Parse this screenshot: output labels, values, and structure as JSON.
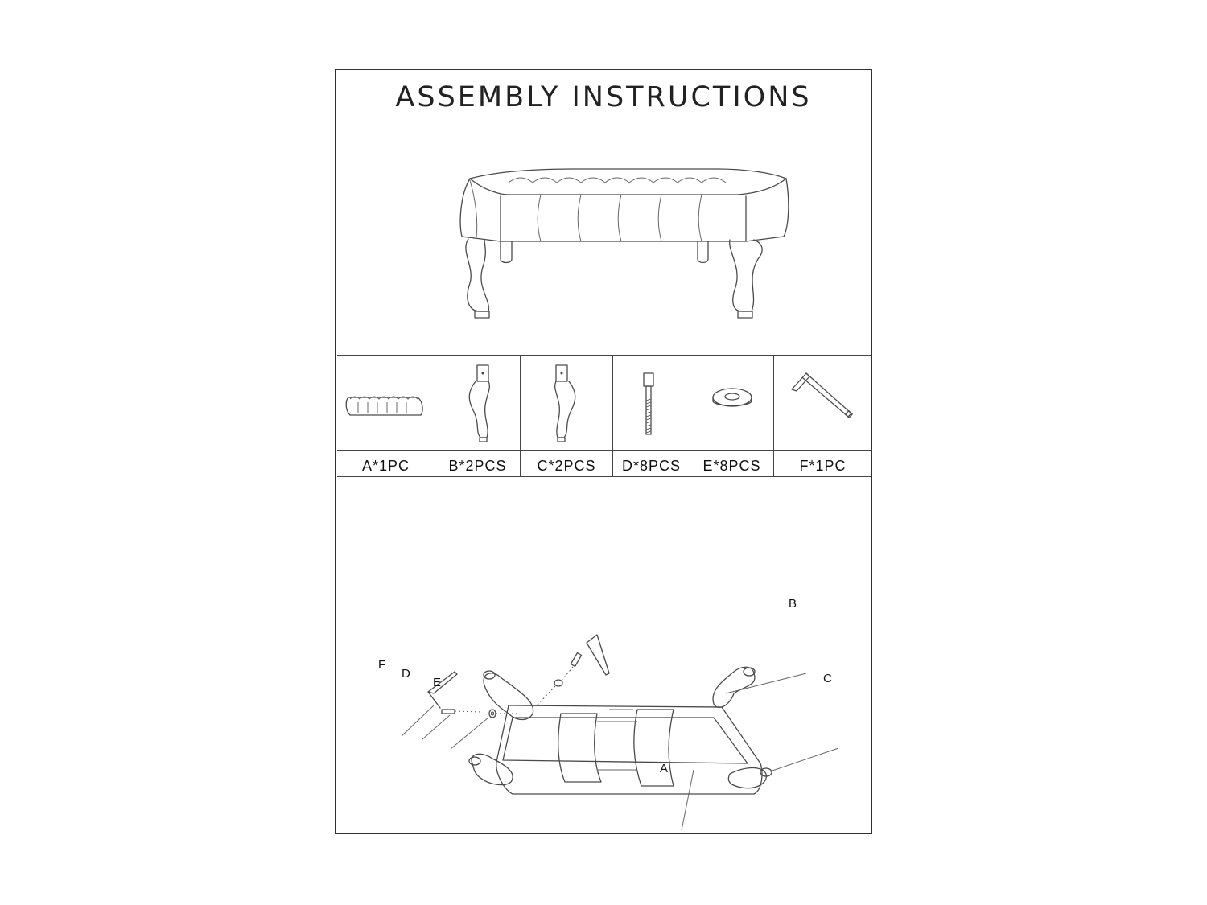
{
  "document": {
    "title": "ASSEMBLY INSTRUCTIONS"
  },
  "parts": [
    {
      "id": "A",
      "label": "A*1PC",
      "icon": "bench-seat-icon"
    },
    {
      "id": "B",
      "label": "B*2PCS",
      "icon": "cabriole-leg-icon"
    },
    {
      "id": "C",
      "label": "C*2PCS",
      "icon": "cabriole-leg-icon"
    },
    {
      "id": "D",
      "label": "D*8PCS",
      "icon": "bolt-icon"
    },
    {
      "id": "E",
      "label": "E*8PCS",
      "icon": "washer-icon"
    },
    {
      "id": "F",
      "label": "F*1PC",
      "icon": "allen-key-icon"
    }
  ],
  "diagram": {
    "callouts": [
      "A",
      "B",
      "C",
      "D",
      "E",
      "F"
    ]
  }
}
